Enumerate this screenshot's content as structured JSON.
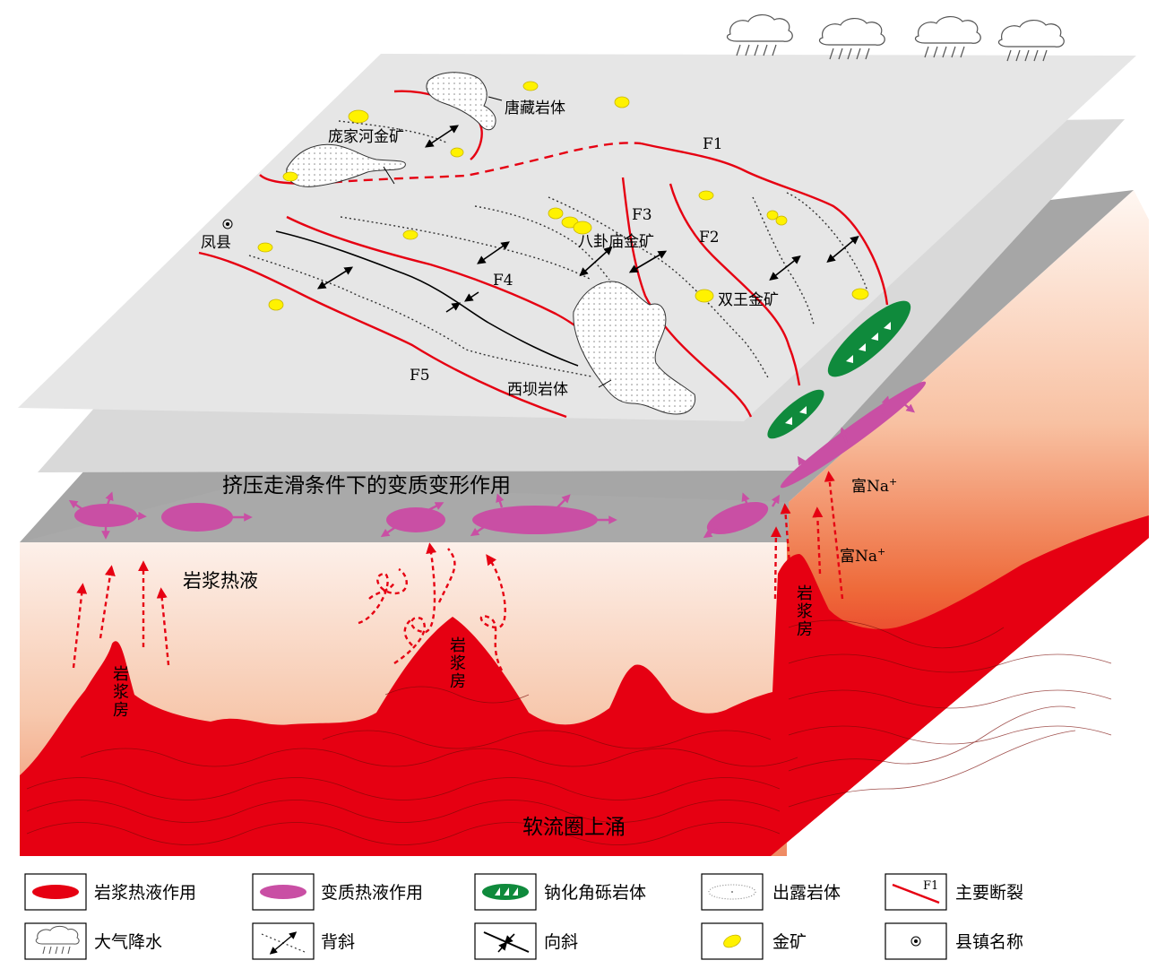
{
  "labels": {
    "tangzang": "唐藏岩体",
    "pangjiahe": "庞家河金矿",
    "fengxian": "凤县",
    "bagua": "八卦庙金矿",
    "shuangwang": "双王金矿",
    "xiba": "西坝岩体",
    "f1": "F1",
    "f2": "F2",
    "f3": "F3",
    "f4": "F4",
    "f5": "F5",
    "compression": "挤压走滑条件下的变质变形作用",
    "magma_fluid": "岩浆热液",
    "rich_na_1": "富Na",
    "rich_na_2": "富Na",
    "na_sup": "+",
    "chamber_1": "岩浆房",
    "chamber_2": "岩浆房",
    "chamber_3": "岩浆房",
    "asthenosphere": "软流圈上涌"
  },
  "legend": [
    {
      "icon": "magma-ellipse-icon",
      "label": "岩浆热液作用"
    },
    {
      "icon": "metamorphic-ellipse-icon",
      "label": "变质热液作用"
    },
    {
      "icon": "breccia-icon",
      "label": "钠化角砾岩体"
    },
    {
      "icon": "outcrop-icon",
      "label": "出露岩体"
    },
    {
      "icon": "fault-line-icon",
      "label": "主要断裂",
      "tag": "F1"
    },
    {
      "icon": "rain-cloud-icon",
      "label": "大气降水"
    },
    {
      "icon": "anticline-icon",
      "label": "背斜"
    },
    {
      "icon": "syncline-icon",
      "label": "向斜"
    },
    {
      "icon": "gold-ore-icon",
      "label": "金矿"
    },
    {
      "icon": "town-icon",
      "label": "县镇名称"
    }
  ],
  "colors": {
    "magma": "#e60012",
    "metamorphic": "#c94fa4",
    "breccia": "#0f8a3c",
    "gold": "#fff200",
    "fault": "#e60012",
    "top_layer": "#e5e5e5",
    "middle_layer": "#a6a6a6"
  }
}
